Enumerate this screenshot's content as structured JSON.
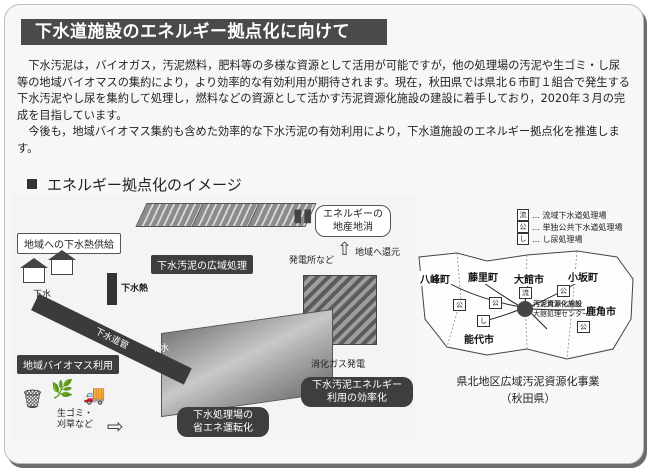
{
  "title": "下水道施設のエネルギー拠点化に向けて",
  "paragraphs": [
    "下水汚泥は，バイオガス，汚泥燃料，肥料等の多様な資源として活用が可能ですが，他の処理場の汚泥や生ゴミ・し尿等の地域バイオマスの集約により，より効率的な有効利用が期待されます。現在，秋田県では県北６市町１組合で発生する下水汚泥やし尿を集約して処理し，燃料などの資源として活かす汚泥資源化施設の建設に着手しており，2020年３月の完成を目指しています。",
    "今後も，地域バイオマス集約も含めた効率的な下水汚泥の有効利用により，下水道施設のエネルギー拠点化を推進します。"
  ],
  "image_heading": "エネルギー拠点化のイメージ",
  "illustration": {
    "heat_supply": "地域への下水熱供給",
    "wide_sludge": "下水汚泥の広域処理",
    "energy_local": "エネルギーの\n地産地消",
    "power_plant": "発電所など",
    "return_region": "地域へ還元",
    "sewage_heat": "下水熱",
    "sewage": "下水",
    "sewer_pipe": "下水道管",
    "sewage_small": "下水",
    "biomass_use": "地域バイオマス利用",
    "digester_gas": "消化ガス発電",
    "sludge_energy": "下水汚泥エネルギー\n利用の効率化",
    "energy_saving": "下水処理場の\n省エネ運転化",
    "garbage": "生ゴミ・\n刈草など"
  },
  "map": {
    "legend": [
      {
        "mark": "流",
        "label": "… 流域下水道処理場"
      },
      {
        "mark": "公",
        "label": "… 単独公共下水道処理場"
      },
      {
        "mark": "し",
        "label": "… し尿処理場"
      }
    ],
    "cities": [
      "八峰町",
      "藤里町",
      "大館市",
      "小坂町",
      "能代市",
      "鹿角市"
    ],
    "center_label": "汚泥資源化施設",
    "center_sub": "大館処理センター",
    "caption": [
      "県北地区広域汚泥資源化事業",
      "（秋田県）"
    ]
  }
}
